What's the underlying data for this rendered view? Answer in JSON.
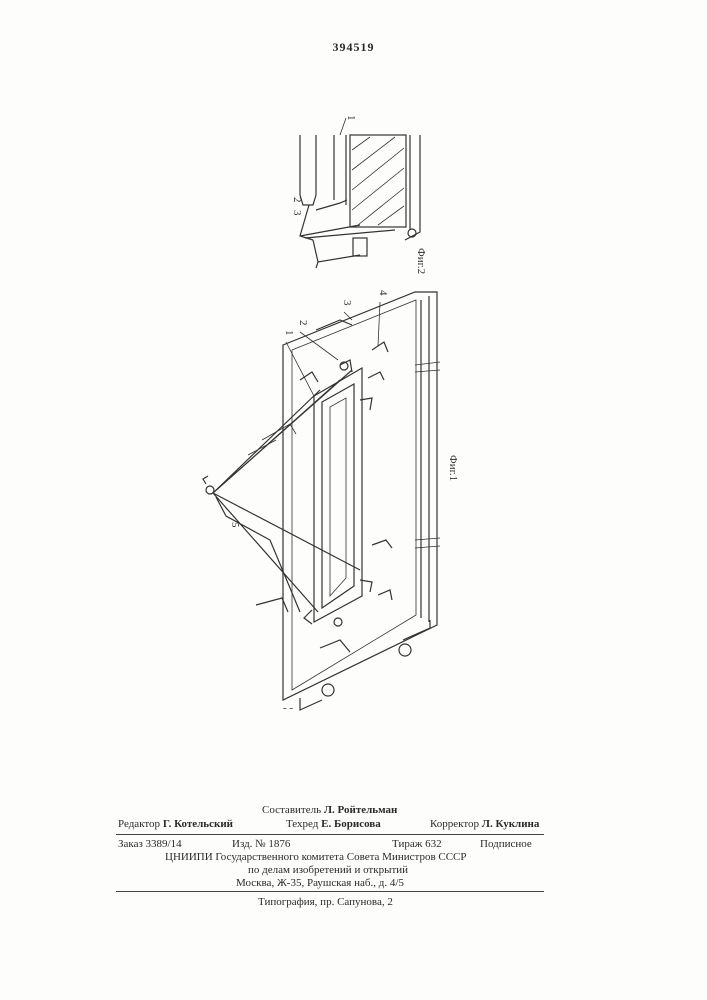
{
  "header": {
    "patent_number": "394519"
  },
  "figures": {
    "fig1": {
      "caption": "Фиг.1",
      "labels": {
        "l1": "1",
        "l2": "2",
        "l3": "3",
        "l4": "4",
        "l5": "5"
      }
    },
    "fig2": {
      "caption": "Фиг.2",
      "labels": {
        "l1": "1",
        "l2": "2",
        "l3": "3"
      }
    }
  },
  "credits": {
    "compiler_prefix": "Составитель",
    "compiler_name": "Л. Ройтельман",
    "editor_prefix": "Редактор",
    "editor_name": "Г. Котельский",
    "techred_prefix": "Техред",
    "techred_name": "Е. Борисова",
    "corrector_prefix": "Корректор",
    "corrector_name": "Л. Куклина"
  },
  "imprint": {
    "order": "Заказ 3389/14",
    "edition": "Изд. № 1876",
    "print_run": "Тираж 632",
    "subscription": "Подписное",
    "org_line": "ЦНИИПИ Государственного комитета Совета Министров СССР",
    "dept_line": "по делам изобретений и открытий",
    "address_line": "Москва, Ж-35, Раушская наб., д. 4/5"
  },
  "printer": {
    "line": "Типография, пр. Сапунова, 2"
  }
}
